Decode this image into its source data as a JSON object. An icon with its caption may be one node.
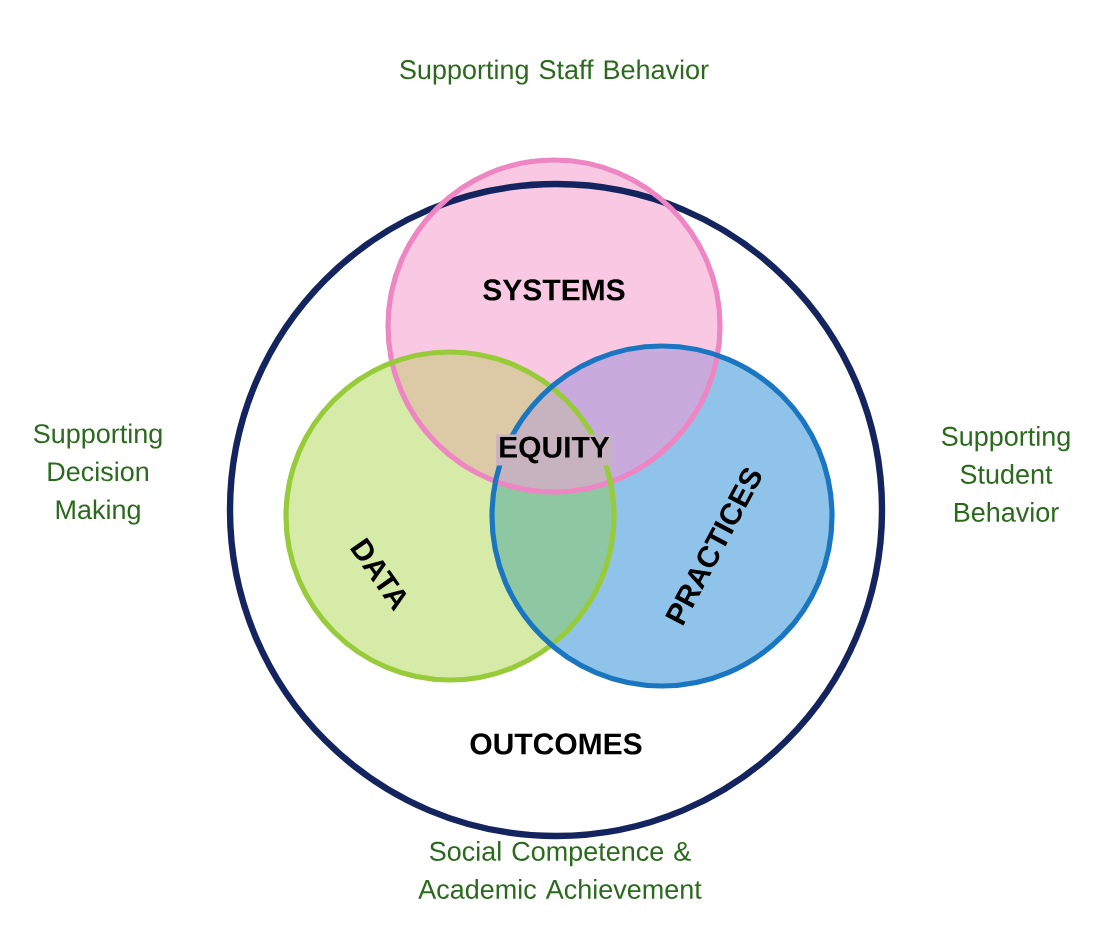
{
  "diagram": {
    "nodes": [
      {
        "text": [
          "OUTCOMES"
        ]
      },
      {
        "text": [
          "SYSTEMS"
        ],
        "in": 0
      },
      {
        "text": [
          "DATA"
        ],
        "in": 0
      },
      {
        "text": [
          "PRACTICES"
        ],
        "in": 0
      }
    ],
    "labels": [
      "Supporting Staff Behavior",
      "Supporting Decision Making",
      "EQUITY",
      "Supporting Student Behavior",
      "Social Competence & Academic Achievement"
    ]
  }
}
